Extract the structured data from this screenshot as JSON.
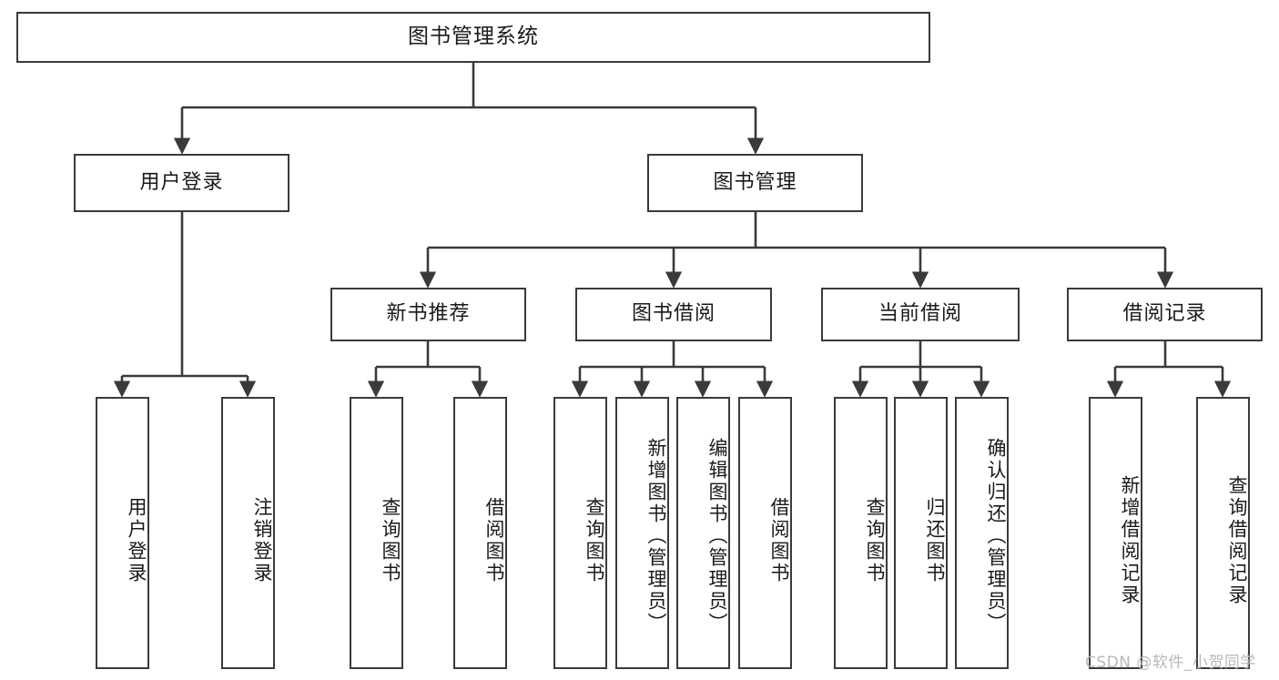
{
  "diagram": {
    "title": "图书管理系统",
    "watermark": "CSDN @软件_小贺同学",
    "stroke_color": "#3a3a3a",
    "text_color": "#1a1a1a",
    "background_color": "#ffffff",
    "watermark_color": "#b8b8b8"
  },
  "nodes": {
    "root": {
      "label": "图书管理系统"
    },
    "level2": [
      {
        "id": "user-login",
        "label": "用户登录"
      },
      {
        "id": "book-manage",
        "label": "图书管理"
      }
    ],
    "level3": [
      {
        "id": "new-book-recommend",
        "label": "新书推荐"
      },
      {
        "id": "book-borrow",
        "label": "图书借阅"
      },
      {
        "id": "current-borrow",
        "label": "当前借阅"
      },
      {
        "id": "borrow-record",
        "label": "借阅记录"
      }
    ],
    "leaves": {
      "user_login": [
        {
          "id": "leaf-user-login",
          "label": "用户登录"
        },
        {
          "id": "leaf-logout-login",
          "label": "注销登录"
        }
      ],
      "new_book_recommend": [
        {
          "id": "leaf-query-book-1",
          "label": "查询图书"
        },
        {
          "id": "leaf-borrow-book-1",
          "label": "借阅图书"
        }
      ],
      "book_borrow": [
        {
          "id": "leaf-query-book-2",
          "label": "查询图书"
        },
        {
          "id": "leaf-add-book",
          "label": "新增图书（管理员）"
        },
        {
          "id": "leaf-edit-book",
          "label": "编辑图书（管理员）"
        },
        {
          "id": "leaf-borrow-book-2",
          "label": "借阅图书"
        }
      ],
      "current_borrow": [
        {
          "id": "leaf-query-book-3",
          "label": "查询图书"
        },
        {
          "id": "leaf-return-book",
          "label": "归还图书"
        },
        {
          "id": "leaf-confirm-return",
          "label": "确认归还（管理员）"
        }
      ],
      "borrow_record": [
        {
          "id": "leaf-add-record",
          "label": "新增借阅记录"
        },
        {
          "id": "leaf-query-record",
          "label": "查询借阅记录"
        }
      ]
    }
  }
}
